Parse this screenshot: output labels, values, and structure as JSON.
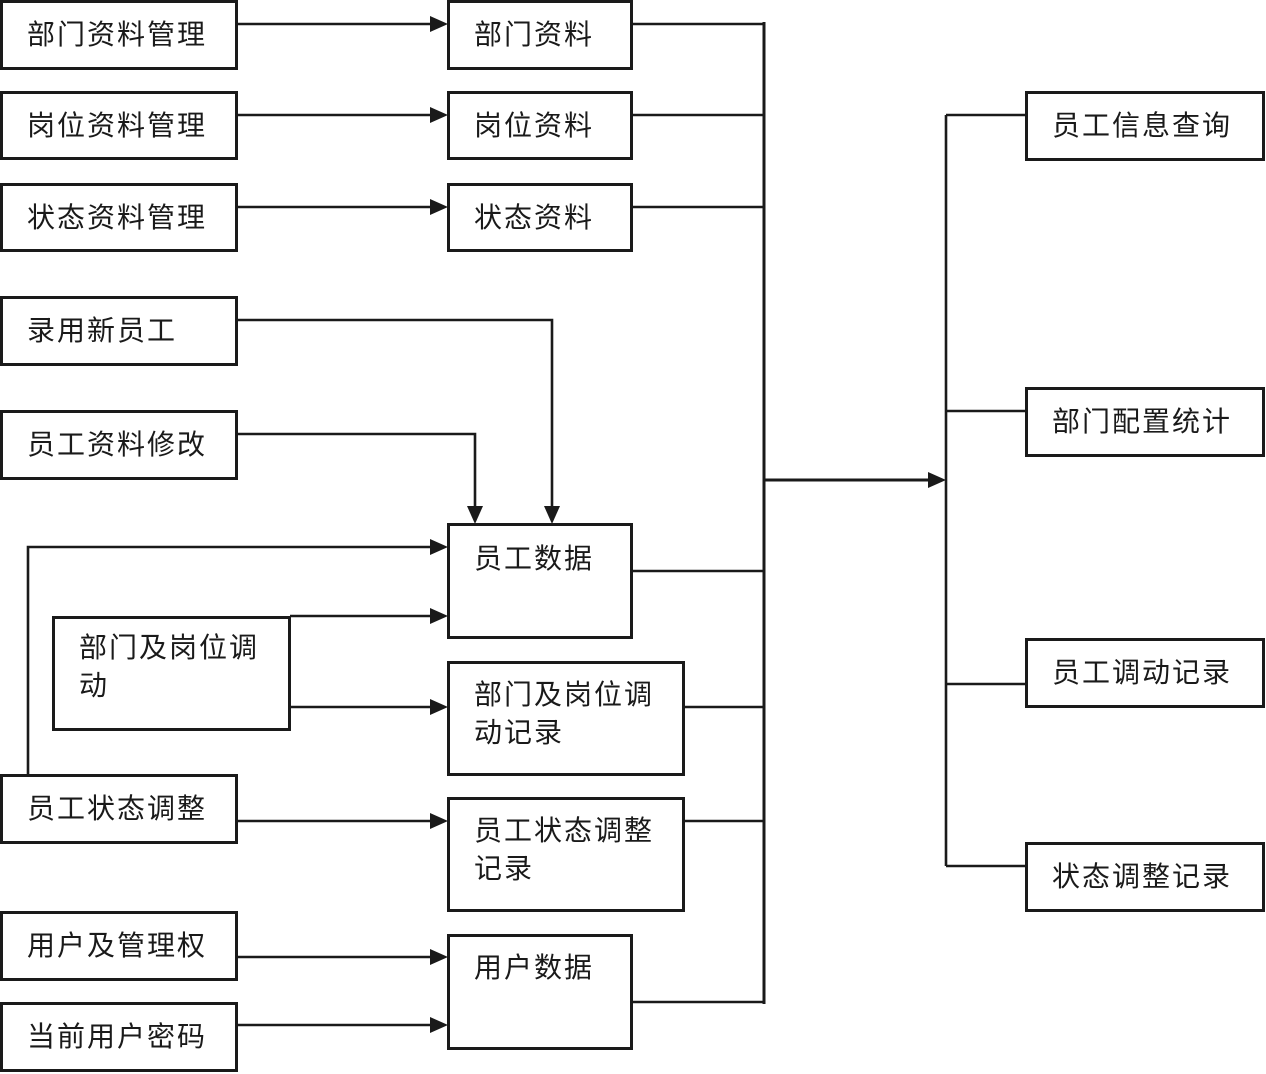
{
  "sources": {
    "dept_mgmt": "部门资料管理",
    "post_mgmt": "岗位资料管理",
    "status_mgmt": "状态资料管理",
    "hire": "录用新员工",
    "emp_edit": "员工资料修改",
    "transfer": "部门及岗位调动",
    "status_adjust": "员工状态调整",
    "user_perm": "用户及管理权",
    "user_pwd": "当前用户密码"
  },
  "stores": {
    "dept": "部门资料",
    "post": "岗位资料",
    "status": "状态资料",
    "employee": "员工数据",
    "transfer_log": "部门及岗位调动记录",
    "status_log": "员工状态调整记录",
    "user": "用户数据"
  },
  "outputs": {
    "emp_query": "员工信息查询",
    "dept_stats": "部门配置统计",
    "transfer_record": "员工调动记录",
    "status_record": "状态调整记录"
  }
}
